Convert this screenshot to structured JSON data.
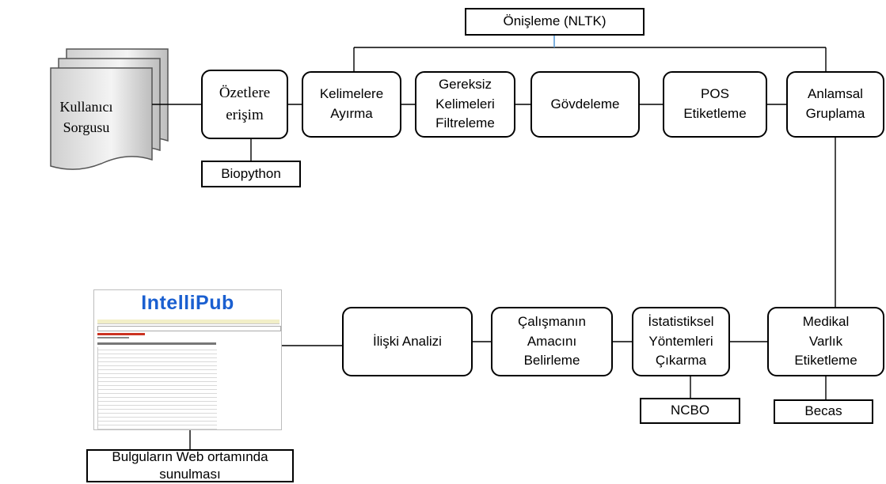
{
  "diagram": {
    "query": {
      "label": "Kullanıcı\nSorgusu"
    },
    "preprocessing": {
      "label": "Önişleme (NLTK)"
    },
    "abstract_access": {
      "label": "Özetlere\nerişim"
    },
    "biopython": {
      "label": "Biopython"
    },
    "tokenization": {
      "label": "Kelimelere\nAyırma"
    },
    "stopword_filter": {
      "label": "Gereksiz\nKelimeleri\nFiltreleme"
    },
    "stemming": {
      "label": "Gövdeleme"
    },
    "pos_tagging": {
      "label": "POS\nEtiketleme"
    },
    "semantic_grouping": {
      "label": "Anlamsal\nGruplama"
    },
    "medical_entity_tagging": {
      "label": "Medikal\nVarlık\nEtiketleme"
    },
    "becas": {
      "label": "Becas"
    },
    "statistical_methods": {
      "label": "İstatistiksel\nYöntemleri\nÇıkarma"
    },
    "ncbo": {
      "label": "NCBO"
    },
    "study_purpose": {
      "label": "Çalışmanın\nAmacını\nBelirleme"
    },
    "relation_analysis": {
      "label": "İlişki Analizi"
    },
    "web_screenshot": {
      "title": "IntelliPub"
    },
    "web_presentation": {
      "label": "Bulguların Web ortamında\nsunulması"
    }
  },
  "colors": {
    "line": "#000000",
    "branch_accent": "#5b9bd5",
    "screenshot_title": "#1a5fd0",
    "document_fill": "#c8c8c8"
  }
}
